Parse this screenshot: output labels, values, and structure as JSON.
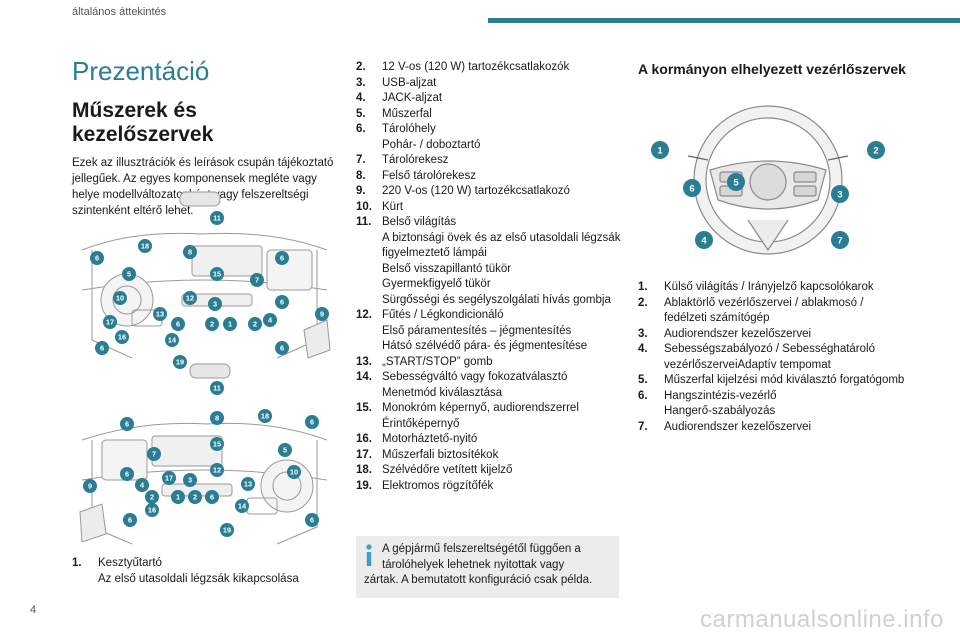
{
  "header": {
    "section": "általános áttekintés",
    "accent_color": "#2a7d93"
  },
  "page_number": "4",
  "watermark": "carmanualsonline.info",
  "title": "Prezentáció",
  "heading": "Műszerek és kezelőszervek",
  "intro": "Ezek az illusztrációk és leírások csupán tájékoztató jellegűek. Az egyes komponensek megléte vagy helye modellváltozatonként vagy felszereltségi szintenként eltérő lehet.",
  "diagram_left": {
    "labels": [
      "11",
      "18",
      "8",
      "6",
      "5",
      "15",
      "7",
      "6",
      "10",
      "12",
      "3",
      "6",
      "9",
      "13",
      "6",
      "2",
      "1",
      "2",
      "4",
      "17",
      "16",
      "14",
      "6",
      "6",
      "19"
    ]
  },
  "diagram_right": {
    "labels": [
      "11",
      "18",
      "8",
      "6",
      "6",
      "15",
      "5",
      "7",
      "12",
      "10",
      "6",
      "17",
      "3",
      "4",
      "2",
      "1",
      "2",
      "6",
      "13",
      "9",
      "16",
      "14",
      "6",
      "6",
      "19"
    ]
  },
  "list_col1": [
    {
      "num": "1.",
      "lines": [
        "Kesztyűtartó",
        "Az első utasoldali légzsák kikapcsolása"
      ]
    }
  ],
  "list_col2": [
    {
      "num": "2.",
      "lines": [
        "12 V-os (120 W) tartozékcsatlakozók"
      ]
    },
    {
      "num": "3.",
      "lines": [
        "USB-aljzat"
      ]
    },
    {
      "num": "4.",
      "lines": [
        "JACK-aljzat"
      ]
    },
    {
      "num": "5.",
      "lines": [
        "Műszerfal"
      ]
    },
    {
      "num": "6.",
      "lines": [
        "Tárolóhely",
        "Pohár- / doboztartó"
      ]
    },
    {
      "num": "7.",
      "lines": [
        "Tárolórekesz"
      ]
    },
    {
      "num": "8.",
      "lines": [
        "Felső tárolórekesz"
      ]
    },
    {
      "num": "9.",
      "lines": [
        "220 V-os (120 W) tartozékcsatlakozó"
      ]
    },
    {
      "num": "10.",
      "lines": [
        "Kürt"
      ]
    },
    {
      "num": "11.",
      "lines": [
        "Belső világítás",
        "A biztonsági övek és az első utasoldali légzsák figyelmeztető lámpái",
        "Belső visszapillantó tükör",
        "Gyermekfigyelő tükör",
        "Sürgősségi és segélyszolgálati hívás gombja"
      ]
    },
    {
      "num": "12.",
      "lines": [
        "Fűtés / Légkondicionáló",
        "Első páramentesítés – jégmentesítés",
        "Hátsó szélvédő pára- és jégmentesítése"
      ]
    },
    {
      "num": "13.",
      "lines": [
        "„START/STOP” gomb"
      ]
    },
    {
      "num": "14.",
      "lines": [
        "Sebességváltó vagy fokozatválasztó",
        "Menetmód kiválasztása"
      ]
    },
    {
      "num": "15.",
      "lines": [
        "Monokróm képernyő, audiorendszerrel",
        "Érintőképernyő"
      ]
    },
    {
      "num": "16.",
      "lines": [
        "Motorháztető-nyitó"
      ]
    },
    {
      "num": "17.",
      "lines": [
        "Műszerfali biztosítékok"
      ]
    },
    {
      "num": "18.",
      "lines": [
        "Szélvédőre vetített kijelző"
      ]
    },
    {
      "num": "19.",
      "lines": [
        "Elektromos rögzítőfék"
      ]
    }
  ],
  "info_box": {
    "line1": "A gépjármű felszereltségétől függően a tárolóhelyek lehetnek nyitottak vagy",
    "line2": "zártak. A bemutatott konfiguráció csak példa."
  },
  "steering_heading": "A kormányon elhelyezett vezérlőszervek",
  "wheel_labels": [
    "1",
    "2",
    "6",
    "5",
    "3",
    "4",
    "7"
  ],
  "list_col3": [
    {
      "num": "1.",
      "lines": [
        "Külső világítás / Irányjelző kapcsolókarok"
      ]
    },
    {
      "num": "2.",
      "lines": [
        "Ablaktörlő vezérlőszervei / ablakmosó / fedélzeti számítógép"
      ]
    },
    {
      "num": "3.",
      "lines": [
        "Audiorendszer kezelőszervei"
      ]
    },
    {
      "num": "4.",
      "lines": [
        "Sebességszabályozó / Sebességhatároló vezérlőszerveiAdaptív tempomat"
      ]
    },
    {
      "num": "5.",
      "lines": [
        "Műszerfal kijelzési mód kiválasztó forgatógomb"
      ]
    },
    {
      "num": "6.",
      "lines": [
        "Hangszintézis-vezérlő",
        "Hangerő-szabályozás"
      ]
    },
    {
      "num": "7.",
      "lines": [
        "Audiorendszer kezelőszervei"
      ]
    }
  ]
}
